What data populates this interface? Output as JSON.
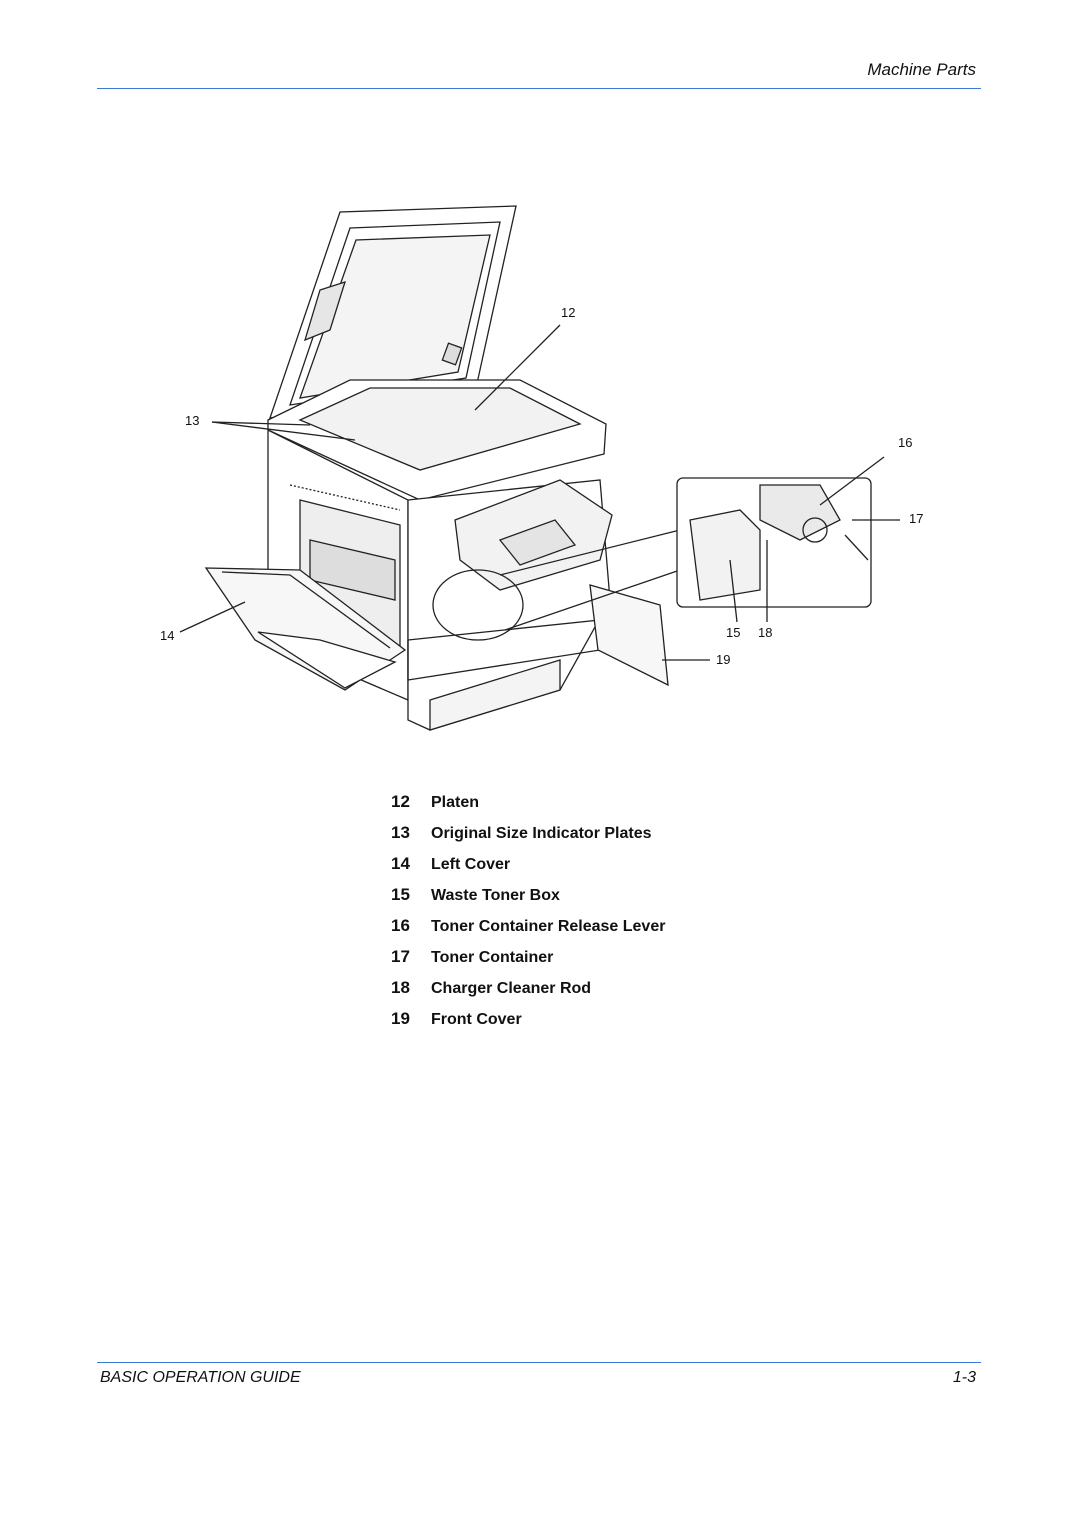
{
  "header": {
    "section_title": "Machine Parts"
  },
  "figure": {
    "callouts": [
      {
        "id": "12",
        "label": "12"
      },
      {
        "id": "13",
        "label": "13"
      },
      {
        "id": "14",
        "label": "14"
      },
      {
        "id": "15",
        "label": "15"
      },
      {
        "id": "16",
        "label": "16"
      },
      {
        "id": "17",
        "label": "17"
      },
      {
        "id": "18",
        "label": "18"
      },
      {
        "id": "19",
        "label": "19"
      }
    ]
  },
  "legend": [
    {
      "num": "12",
      "text": "Platen"
    },
    {
      "num": "13",
      "text": "Original Size Indicator Plates"
    },
    {
      "num": "14",
      "text": "Left Cover"
    },
    {
      "num": "15",
      "text": "Waste Toner Box"
    },
    {
      "num": "16",
      "text": "Toner Container Release Lever"
    },
    {
      "num": "17",
      "text": "Toner Container"
    },
    {
      "num": "18",
      "text": "Charger Cleaner Rod"
    },
    {
      "num": "19",
      "text": "Front Cover"
    }
  ],
  "footer": {
    "guide_title": "BASIC OPERATION GUIDE",
    "page_number": "1-3"
  },
  "colors": {
    "rule": "#3a7bd5",
    "text": "#111111"
  }
}
